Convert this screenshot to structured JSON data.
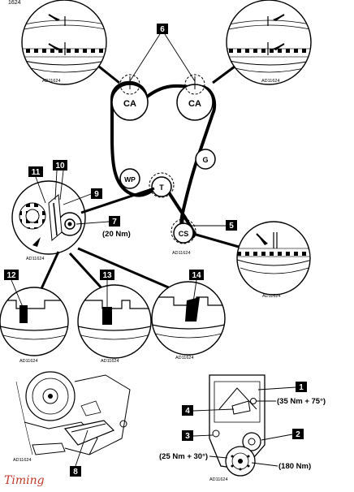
{
  "diagram": {
    "title_fragment": "1624",
    "figure_ref": "AD11624",
    "pulleys": {
      "camshaft_left": "CA",
      "camshaft_right": "CA",
      "water_pump": "WP",
      "tensioner": "T",
      "idler": "G",
      "crankshaft": "CS"
    },
    "callouts": {
      "c1": "1",
      "c2": "2",
      "c3": "3",
      "c4": "4",
      "c5": "5",
      "c6": "6",
      "c7": "7",
      "c8": "8",
      "c9": "9",
      "c10": "10",
      "c11": "11",
      "c12": "12",
      "c13": "13",
      "c14": "14"
    },
    "torques": {
      "tensioner_bolt": "(20 Nm)",
      "cover_bolt": "(35 Nm + 75°)",
      "pulley_bolts": "(25 Nm + 30°)",
      "crank_bolt": "(180 Nm)"
    }
  },
  "caption": "Timing",
  "colors": {
    "ink": "#000000",
    "badge_fill": "#000000",
    "badge_text": "#ffffff",
    "caption": "#c0392b"
  }
}
